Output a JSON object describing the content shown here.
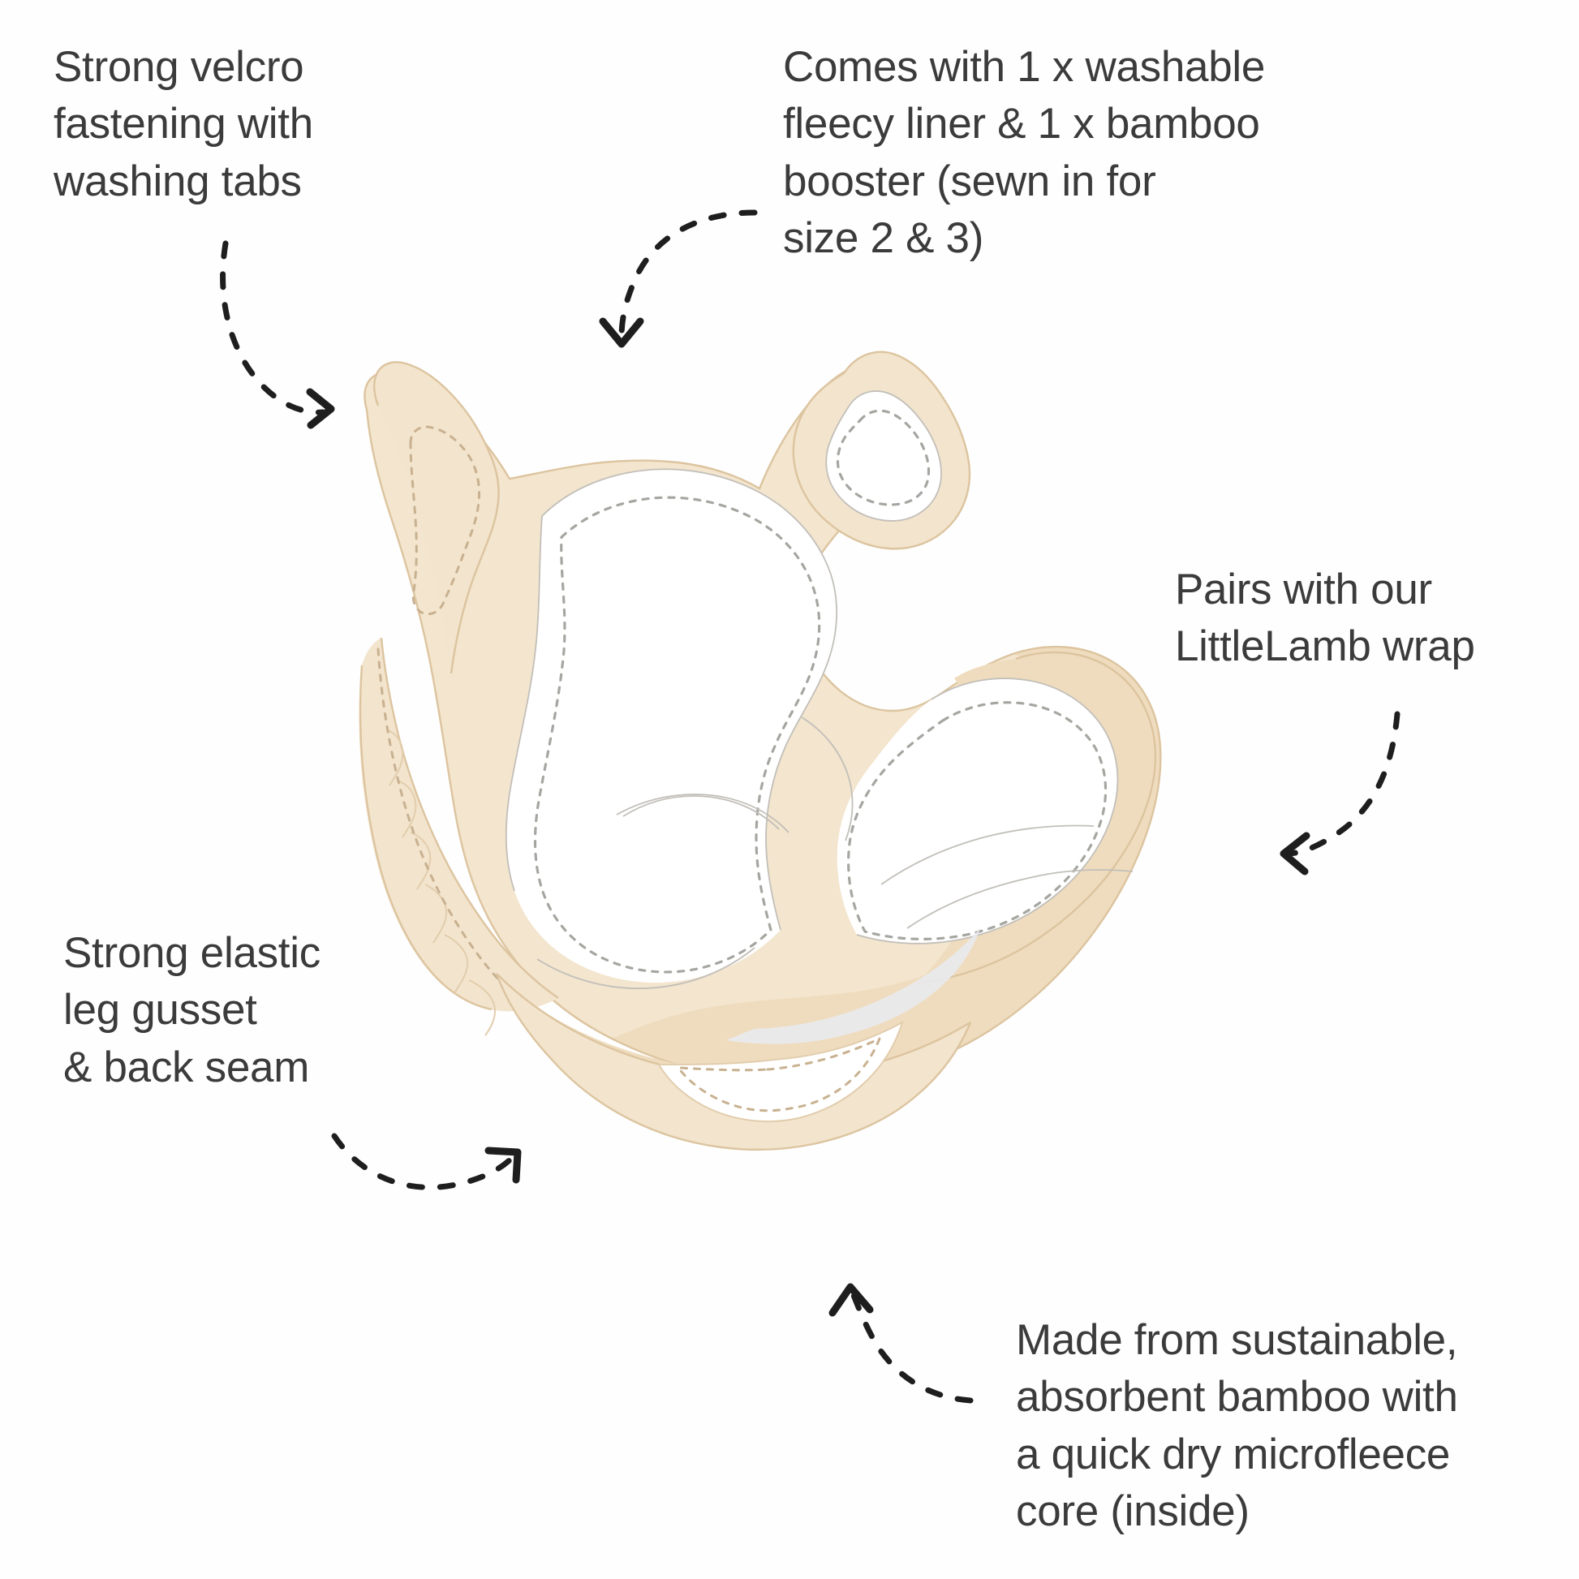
{
  "page": {
    "background_color": "#ffffff",
    "text_color": "#3b3b3b",
    "title": "Reusable Nappy Feature Callout Diagram"
  },
  "palette": {
    "beige_light": "#f6ead9",
    "beige_mid": "#f2e2cb",
    "beige_dark": "#eedcc0",
    "outline_tan": "#ddc39c",
    "outline_grey": "#b9b4ae",
    "stitch_grey": "#a9a9a4",
    "stitch_tan": "#c9b392",
    "arrow_color": "#1f1f1f",
    "fabric_white": "#ffffff",
    "shadow_grey": "#e8e9ec"
  },
  "annotations": [
    {
      "id": "velcro",
      "name": "annotation-velcro",
      "text": "Strong velcro\nfastening with\nwashing tabs",
      "arrow": "arrow-velcro",
      "points_to": "nappy-velcro-wing"
    },
    {
      "id": "liner",
      "name": "annotation-liner",
      "text": "Comes with 1 x washable\nfleecy liner & 1 x bamboo\nbooster (sewn in for\nsize 2 & 3)",
      "arrow": "arrow-liner",
      "points_to": "nappy-liner-body"
    },
    {
      "id": "pairs",
      "name": "annotation-pairs-with-wrap",
      "text": "Pairs with our\nLittleLamb wrap",
      "arrow": "arrow-pairs",
      "points_to": "nappy-right-wing"
    },
    {
      "id": "gusset",
      "name": "annotation-leg-gusset",
      "text": "Strong elastic\nleg gusset\n& back seam",
      "arrow": "arrow-gusset",
      "points_to": "nappy-leg-gusset"
    },
    {
      "id": "bamboo",
      "name": "annotation-bamboo-core",
      "text": "Made from sustainable,\nabsorbent bamboo with\na quick dry microfleece\ncore (inside)",
      "arrow": "arrow-bamboo",
      "points_to": "nappy-bottom-panel"
    }
  ],
  "illustration": {
    "subject": "reusable cloth nappy",
    "parts": [
      {
        "name": "velcro-wing-left",
        "label": "left velcro fastening wing with washing tab"
      },
      {
        "name": "velcro-tab-top-right",
        "label": "velcro tab square with stitching"
      },
      {
        "name": "liner-body",
        "label": "fleecy liner main body panel"
      },
      {
        "name": "leg-gusset-left",
        "label": "elastic ruffled leg gusset"
      },
      {
        "name": "back-seam",
        "label": "back seam"
      },
      {
        "name": "right-wing",
        "label": "right side wing / wrap attachment"
      },
      {
        "name": "bottom-panel",
        "label": "bamboo absorbent bottom panel"
      },
      {
        "name": "booster-pocket",
        "label": "sewn-in bamboo booster pocket"
      }
    ]
  }
}
